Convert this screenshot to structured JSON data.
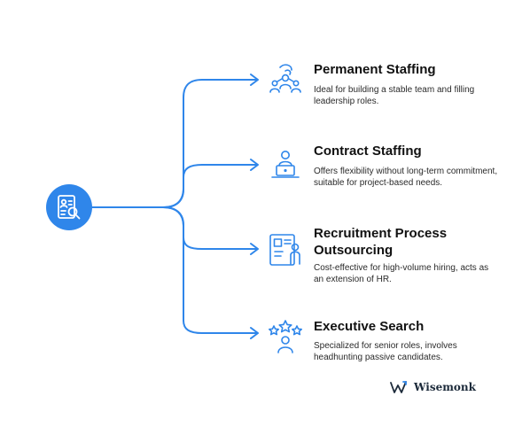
{
  "hub": {
    "icon": "resume-search-icon",
    "color": "#2f86ea"
  },
  "accent_color": "#2f86ea",
  "nodes": [
    {
      "icon": "team-network-icon",
      "title": "Permanent Staffing",
      "description": "Ideal for building a stable team and filling leadership roles."
    },
    {
      "icon": "laptop-worker-icon",
      "title": "Contract Staffing",
      "description": "Offers flexibility without long-term commitment, suitable for project-based needs."
    },
    {
      "icon": "profile-card-icon",
      "title": "Recruitment Process Outsourcing",
      "description": "Cost-effective for high-volume hiring, acts as an extension of HR."
    },
    {
      "icon": "star-person-icon",
      "title": "Executive Search",
      "description": "Specialized for senior roles, involves headhunting passive candidates."
    }
  ],
  "brand": {
    "name": "Wisemonk",
    "icon": "wisemonk-logo-icon"
  }
}
